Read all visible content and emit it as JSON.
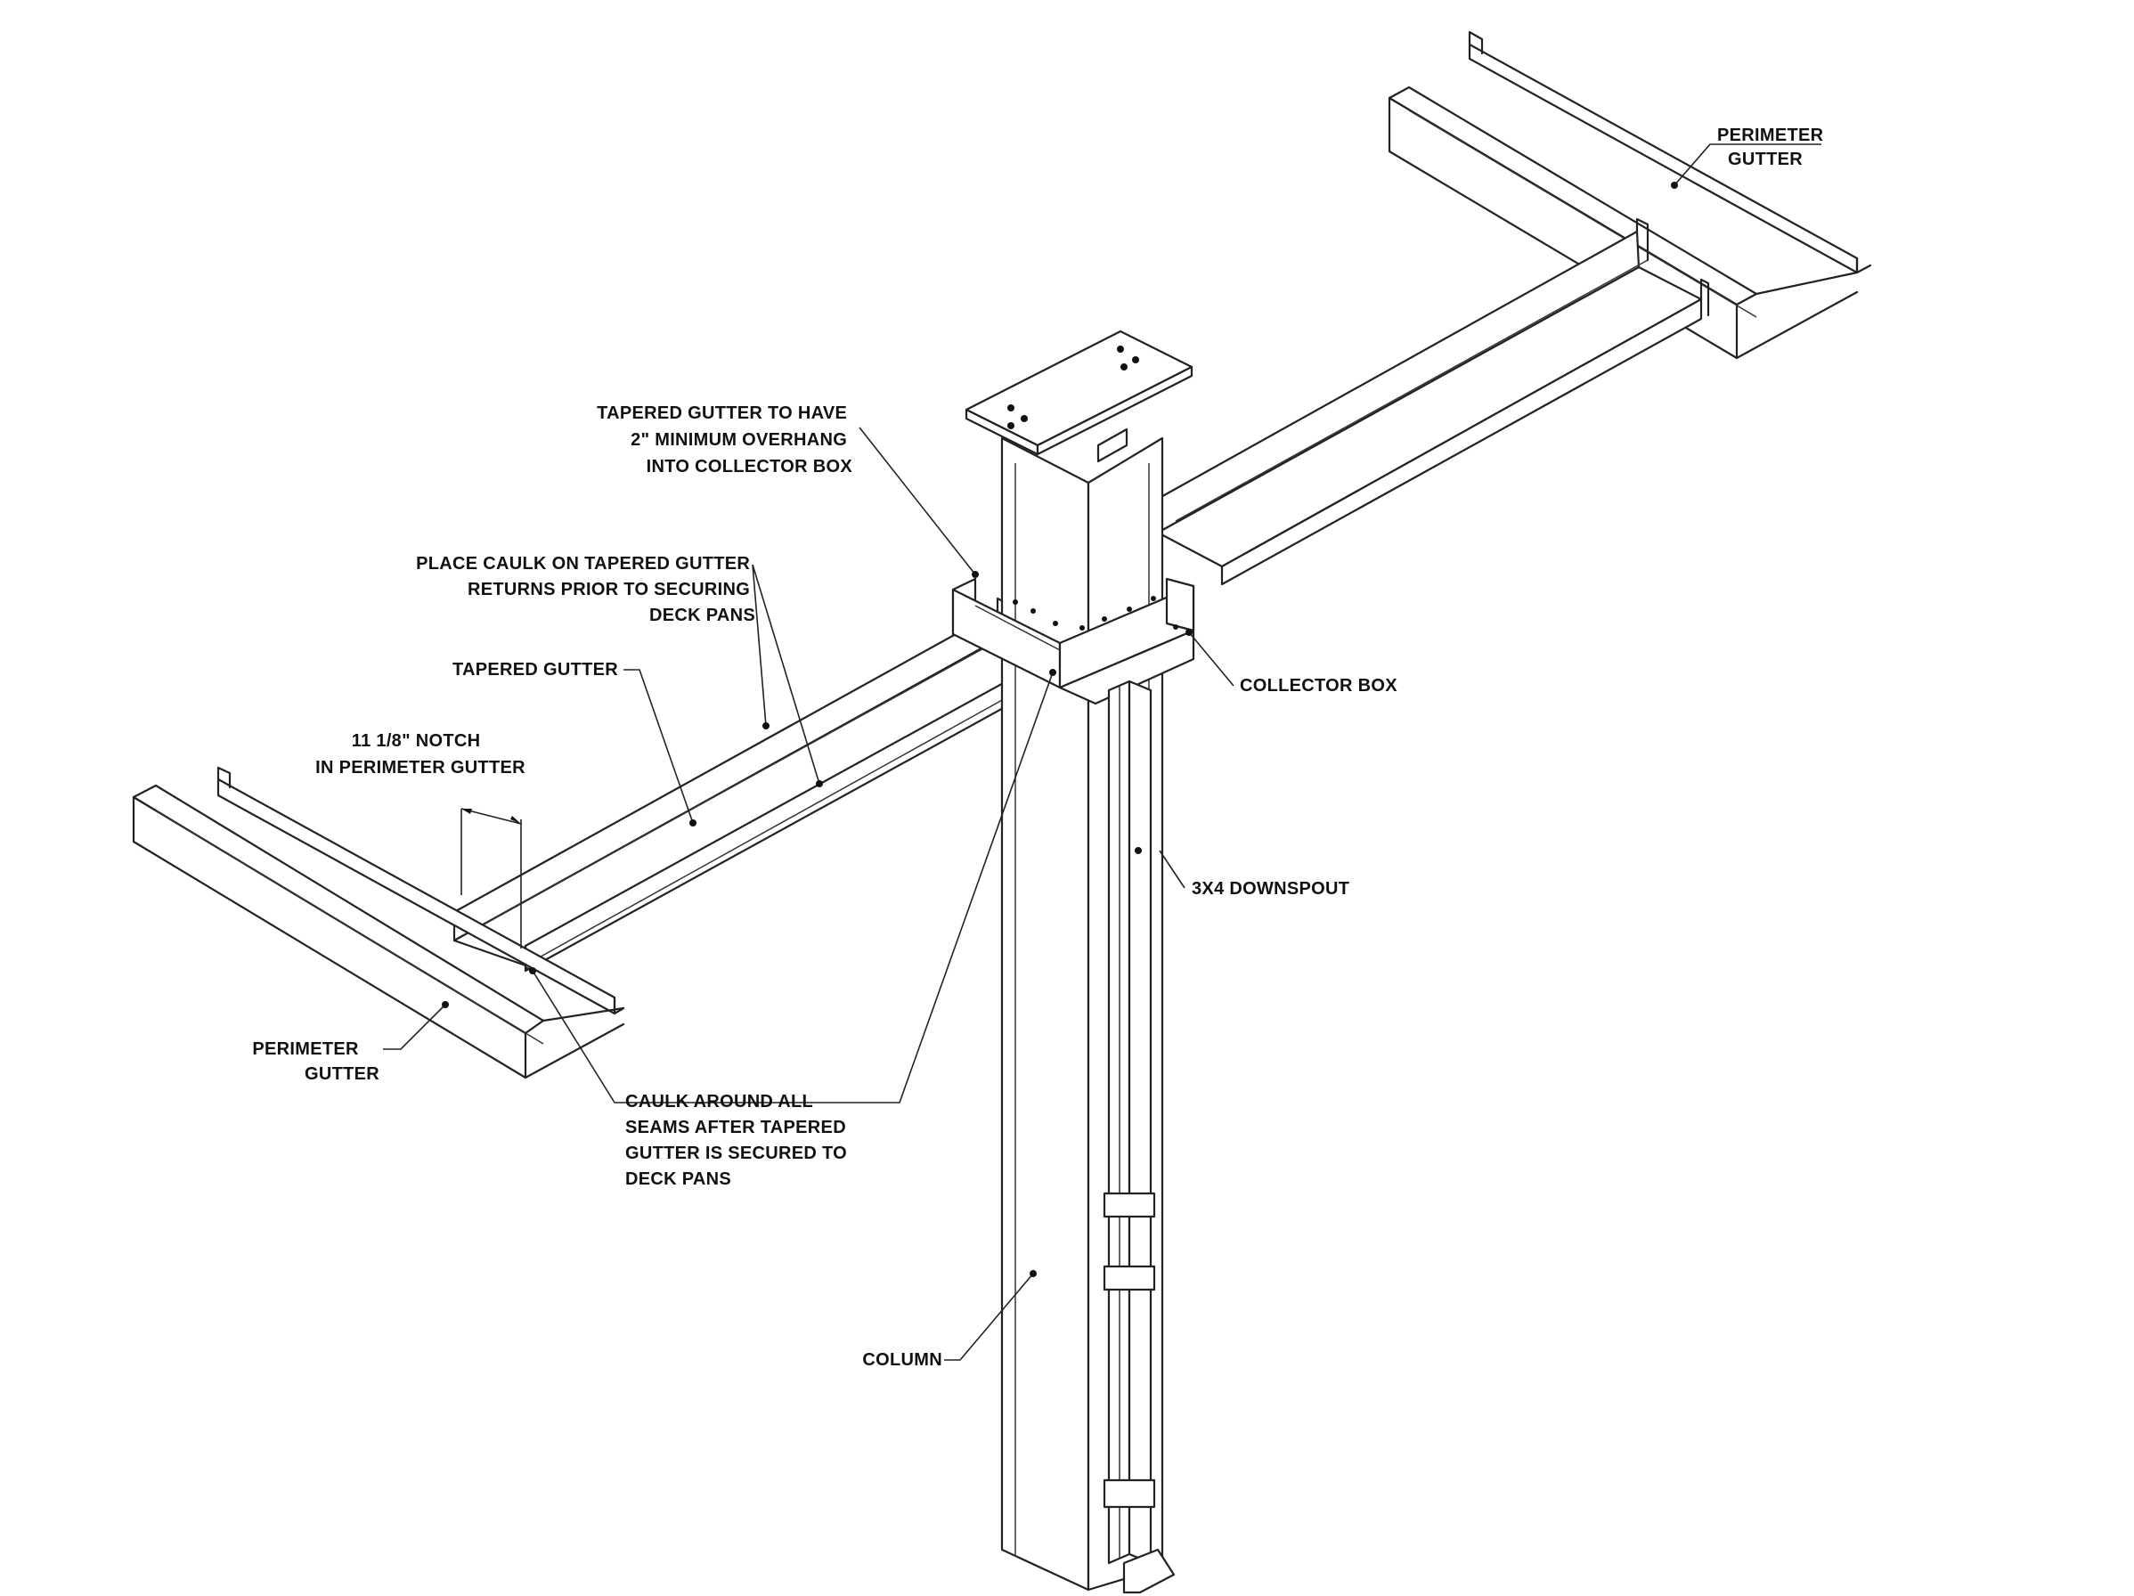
{
  "labels": {
    "perimeter_gutter_right": [
      "PERIMETER",
      "GUTTER"
    ],
    "tapered_overhang": [
      "TAPERED GUTTER TO HAVE",
      "2\" MINIMUM OVERHANG",
      "INTO COLLECTOR BOX"
    ],
    "place_caulk": [
      "PLACE CAULK ON TAPERED GUTTER",
      "RETURNS PRIOR TO SECURING",
      "DECK PANS"
    ],
    "tapered_gutter": [
      "TAPERED GUTTER"
    ],
    "notch": [
      "11 1/8\" NOTCH",
      "IN PERIMETER GUTTER"
    ],
    "collector_box": [
      "COLLECTOR BOX"
    ],
    "downspout": [
      "3X4 DOWNSPOUT"
    ],
    "perimeter_gutter_left": [
      "PERIMETER",
      "GUTTER"
    ],
    "caulk_seams": [
      "CAULK AROUND ALL",
      "SEAMS AFTER TAPERED",
      "GUTTER IS SECURED TO",
      "DECK PANS"
    ],
    "column": [
      "COLUMN"
    ]
  }
}
